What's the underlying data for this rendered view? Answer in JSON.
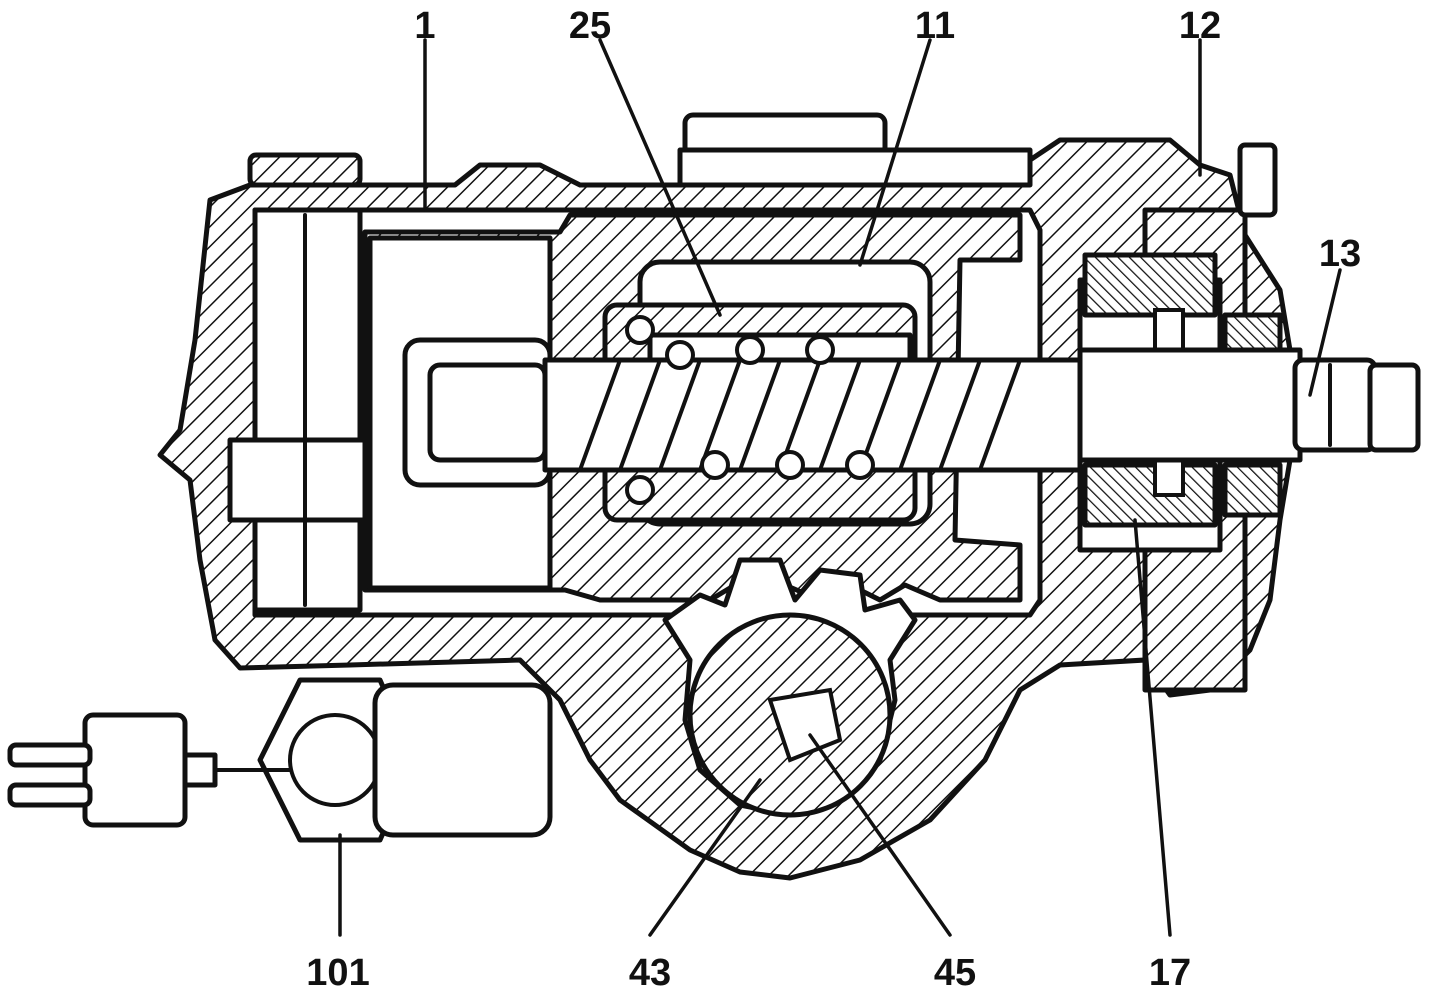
{
  "figure": {
    "reference_labels": [
      {
        "id": "label-1",
        "text": "1"
      },
      {
        "id": "label-25",
        "text": "25"
      },
      {
        "id": "label-11",
        "text": "11"
      },
      {
        "id": "label-12",
        "text": "12"
      },
      {
        "id": "label-13",
        "text": "13"
      },
      {
        "id": "label-101",
        "text": "101"
      },
      {
        "id": "label-43",
        "text": "43"
      },
      {
        "id": "label-45",
        "text": "45"
      },
      {
        "id": "label-17",
        "text": "17"
      }
    ]
  },
  "colors": {
    "ink": "#111111",
    "paper": "#ffffff"
  }
}
